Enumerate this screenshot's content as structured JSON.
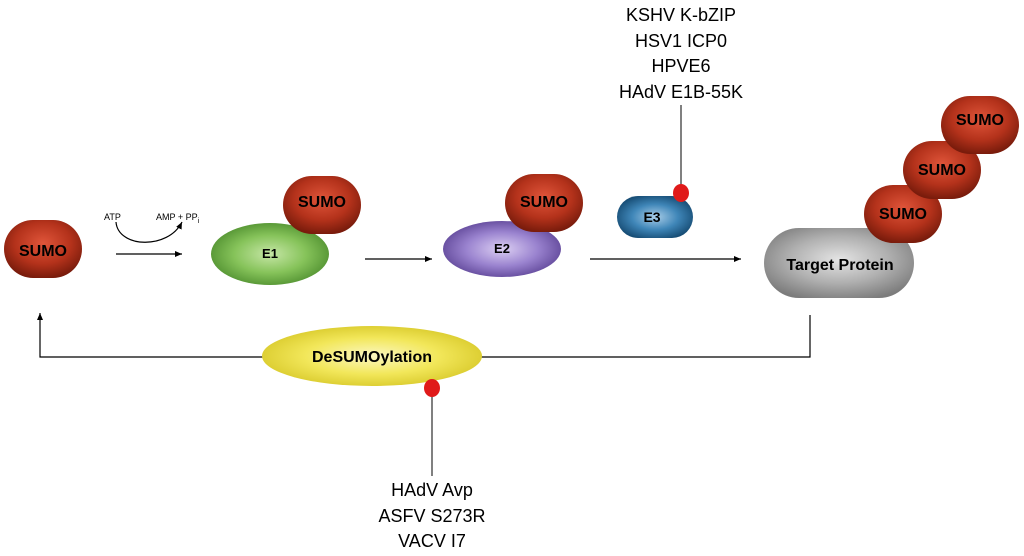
{
  "diagram": {
    "sumo_label": "SUMO",
    "e1_label": "E1",
    "e2_label": "E2",
    "e3_label": "E3",
    "target_label": "Target Protein",
    "desumo_label": "DeSUMOylation",
    "atp_label": "ATP",
    "amp_label": "AMP + PP",
    "amp_subscript": "i",
    "e3_inhibitors": [
      "KSHV K-bZIP",
      "HSV1 ICP0",
      "HPVE6",
      "HAdV E1B-55K"
    ],
    "desumo_inhibitors": [
      "HAdV Avp",
      "ASFV S273R",
      "VACV I7"
    ]
  },
  "colors": {
    "sumo": "#a42b17",
    "e1": "#6aad44",
    "e2": "#7a61b1",
    "e3": "#1c5d8c",
    "target": "#9a9a9a",
    "desumo": "#efe23f",
    "inhibitor_dot": "#e01a1a",
    "line": "#000000"
  }
}
